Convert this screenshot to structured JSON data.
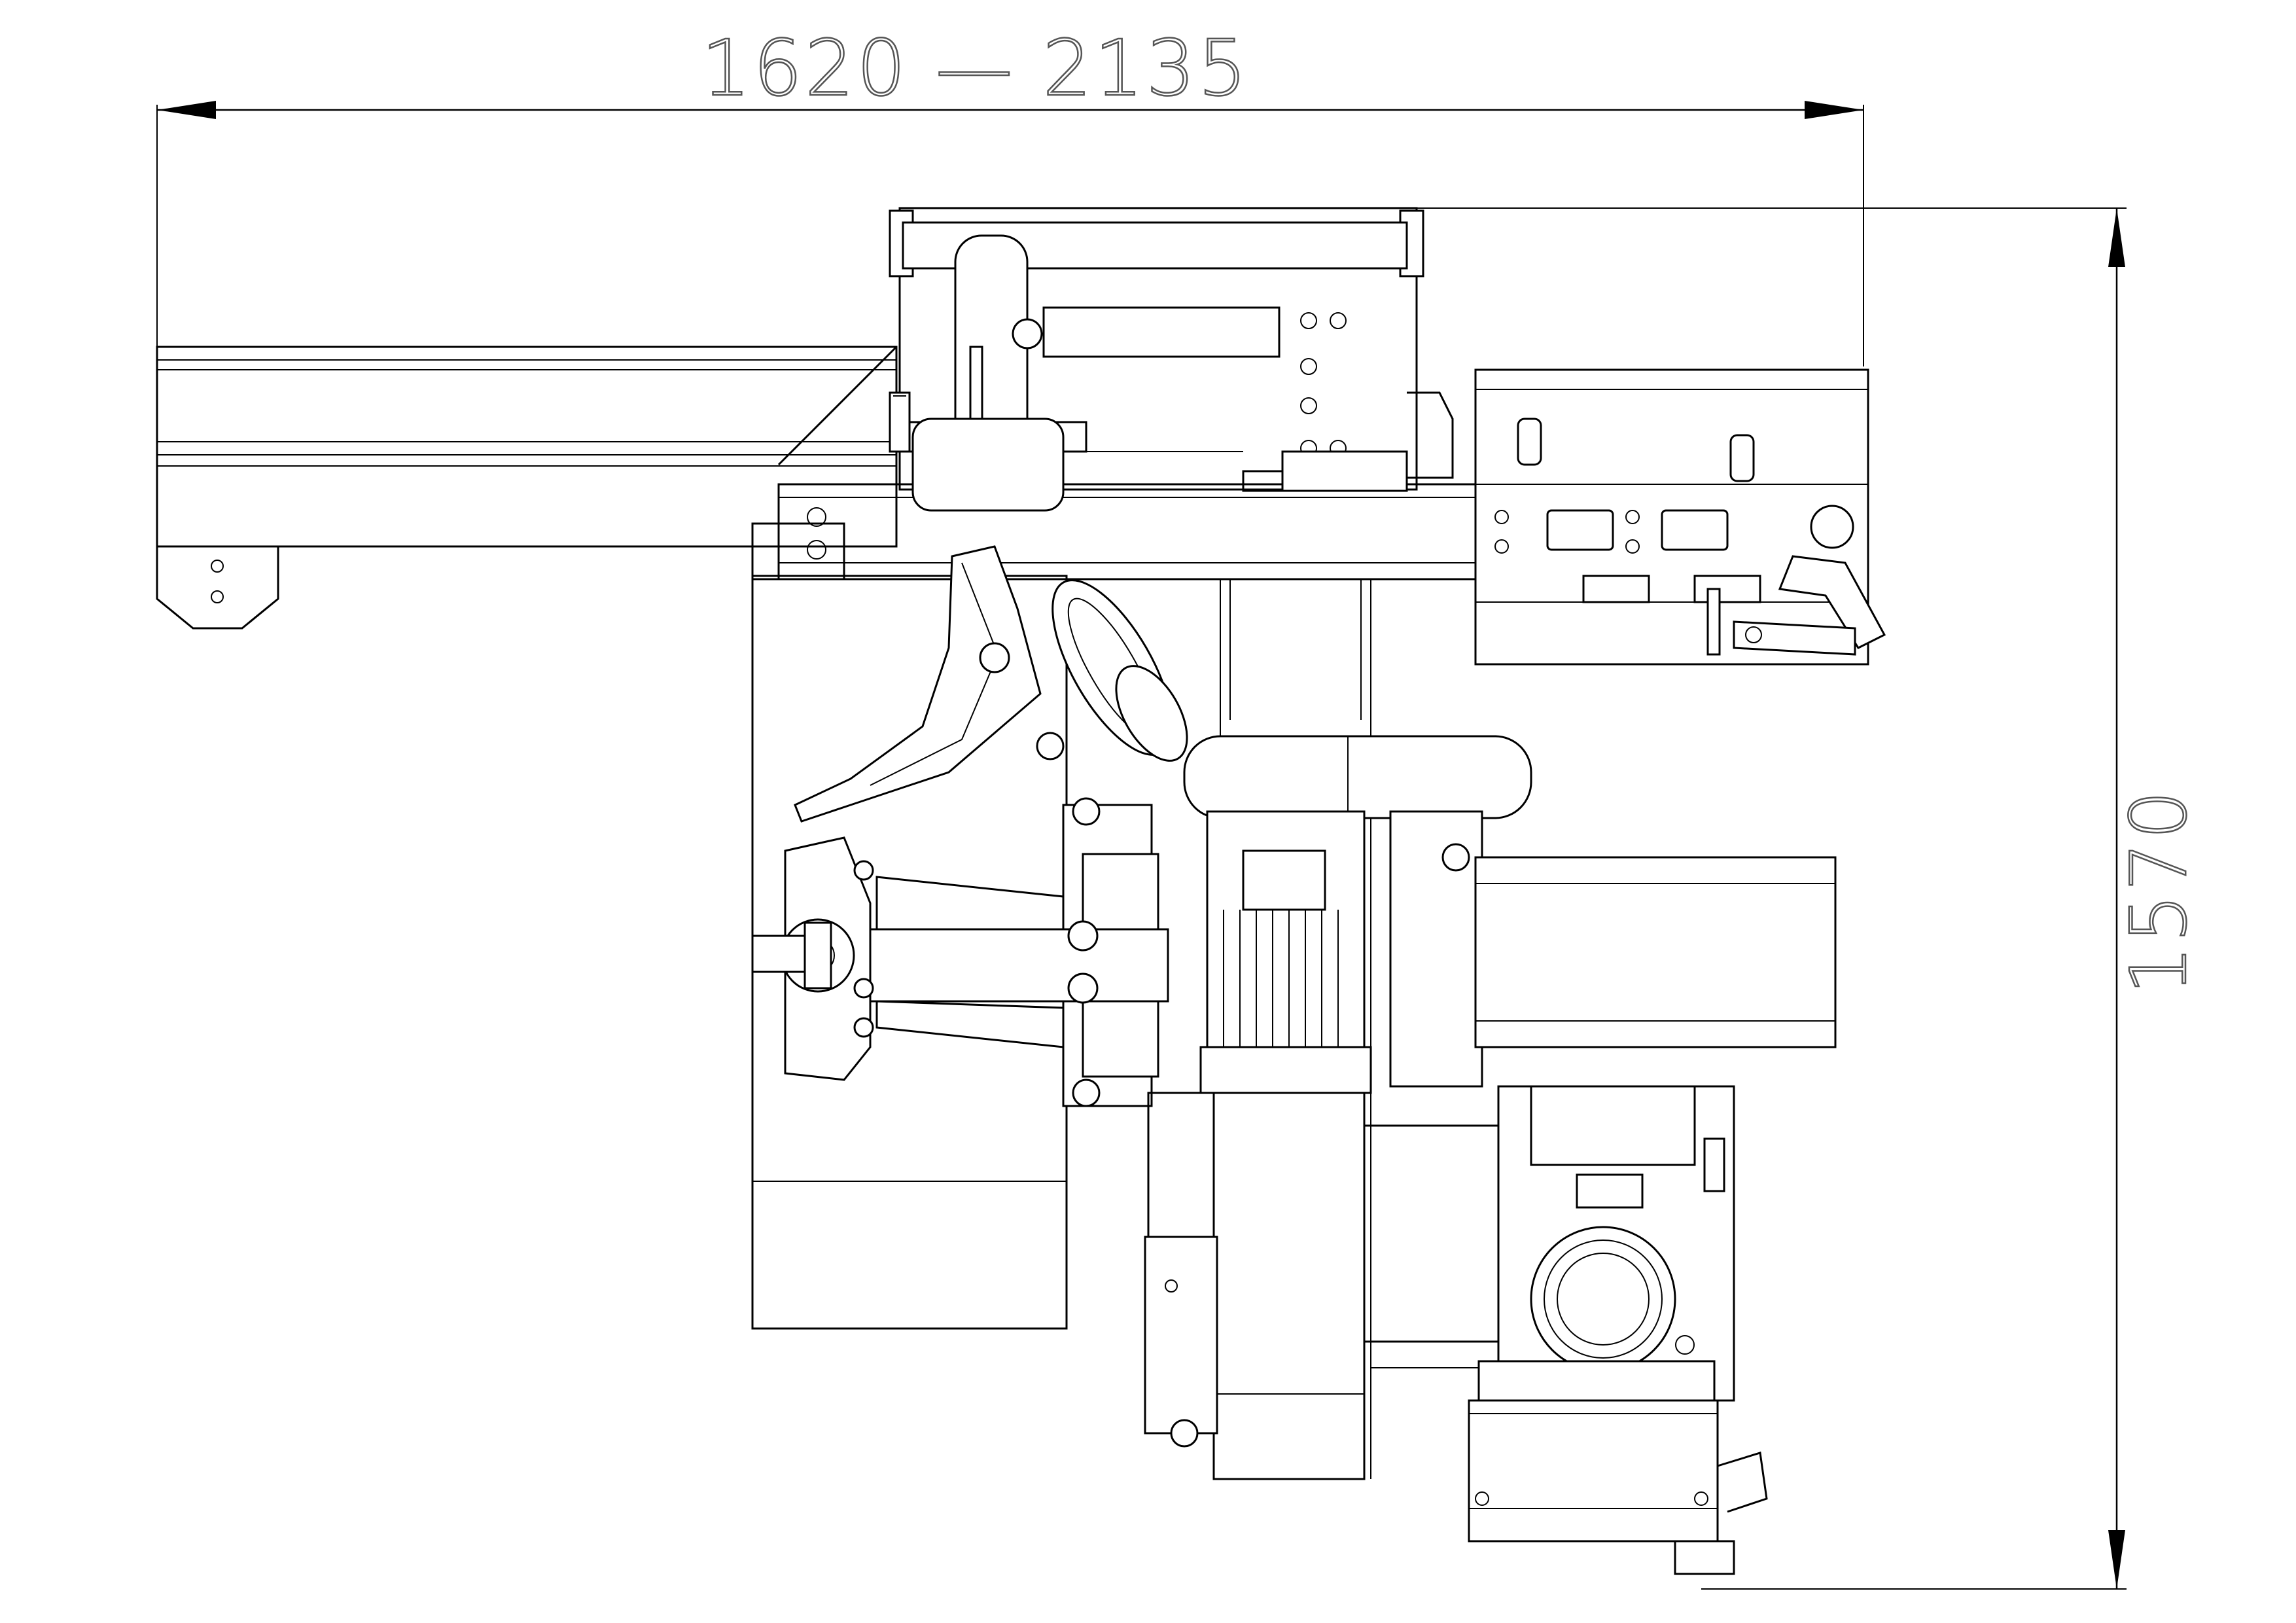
{
  "drawing": {
    "type": "technical top-view line drawing",
    "colors": {
      "line": "#000000",
      "background": "#ffffff",
      "dimension_text_outline": "#555555"
    }
  },
  "dimensions": {
    "width_label": "1620 — 2135",
    "height_label": "1570"
  }
}
